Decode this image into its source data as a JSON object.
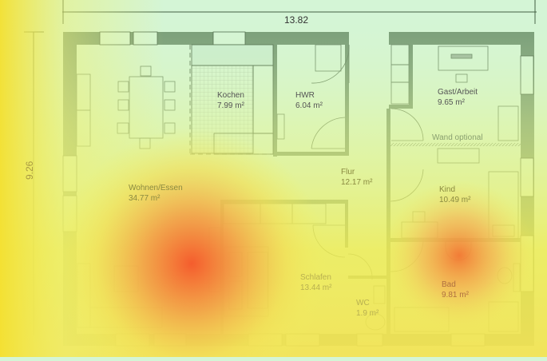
{
  "dimensions": {
    "width_label": "13.82",
    "height_label": "9.26"
  },
  "rooms": [
    {
      "name": "Kochen",
      "area": "7.99 m²"
    },
    {
      "name": "HWR",
      "area": "6.04 m²"
    },
    {
      "name": "Gast/Arbeit",
      "area": "9.65 m²"
    },
    {
      "name": "Wohnen/Essen",
      "area": "34.77 m²"
    },
    {
      "name": "Flur",
      "area": "12.17 m²"
    },
    {
      "name": "Kind",
      "area": "10.49 m²"
    },
    {
      "name": "Schlafen",
      "area": "13.44 m²"
    },
    {
      "name": "WC",
      "area": "1.9 m²"
    },
    {
      "name": "Bad",
      "area": "9.81 m²"
    }
  ],
  "annotations": {
    "optional_wall": "Wand optional"
  },
  "colors": {
    "wall": "#6f9470",
    "background": "#d4f5d6",
    "line": "#3d5a3e",
    "heat_hot": "#f5622a",
    "heat_warm": "#f0d040"
  }
}
